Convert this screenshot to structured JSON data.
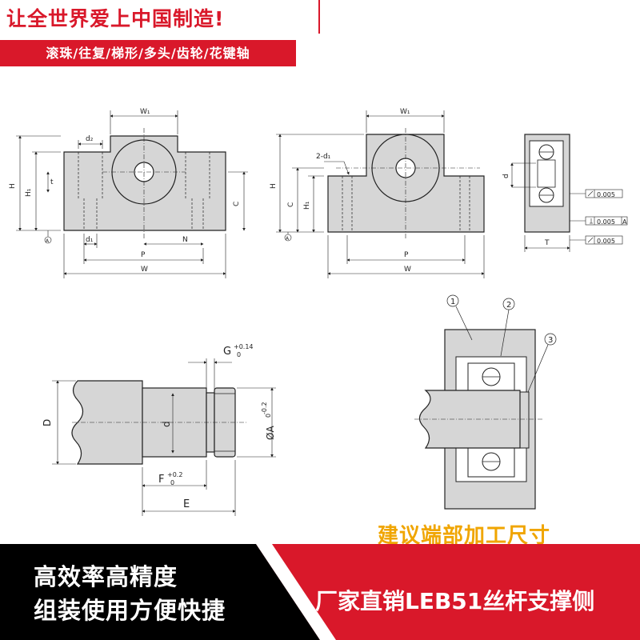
{
  "header": {
    "title": "让全世界爱上中国制造!",
    "tags": "滚珠/往复/梯形/多头/齿轮/花键轴"
  },
  "drawing_top_left": {
    "labels": {
      "w1": "W₁",
      "d2": "d₂",
      "h": "H",
      "h1": "H₁",
      "t": "t",
      "c": "C",
      "d1": "d₁",
      "n": "N",
      "p": "P",
      "w": "W",
      "datum": "A"
    }
  },
  "drawing_top_mid": {
    "labels": {
      "w1": "W₁",
      "two_d1": "2-d₁",
      "h": "H",
      "c": "C",
      "h1": "H₁",
      "p": "P",
      "w": "W",
      "datum": "A"
    }
  },
  "drawing_side": {
    "labels": {
      "d": "d",
      "t": "T",
      "tol1": "0.005",
      "tol2": "0.005",
      "tol2_ref": "A",
      "tol3": "0.005"
    }
  },
  "drawing_shaft": {
    "labels": {
      "g": "G",
      "g_upper": "+0.14",
      "g_lower": "0",
      "d_big": "D",
      "d": "d",
      "a": "ØA",
      "a_lower": "-0.2",
      "a_upper": "0",
      "f": "F",
      "f_upper": "+0.2",
      "f_lower": "0",
      "e": "E"
    }
  },
  "drawing_section": {
    "callouts": [
      "1",
      "2",
      "3"
    ]
  },
  "caption": "建议端部加工尺寸",
  "footer": {
    "line1": "高效率高精度",
    "line2": "组装使用方便快捷",
    "product": "厂家直销LEB51丝杆支撑侧"
  },
  "colors": {
    "brand_red": "#d9182a",
    "caption_orange": "#f0a500",
    "part_gray": "#d6d6d6"
  }
}
